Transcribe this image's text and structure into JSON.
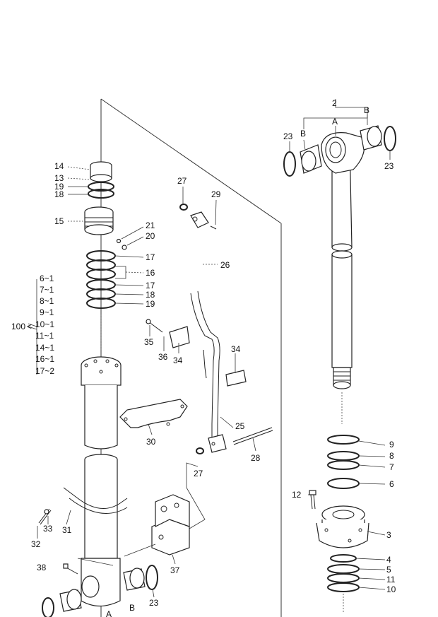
{
  "callouts": {
    "c2": "2",
    "cA_top": "A",
    "cB_left": "B",
    "cB_right": "B",
    "c23_top_left": "23",
    "c23_top_right": "23",
    "c14": "14",
    "c13": "13",
    "c19a": "19",
    "c18a": "18",
    "c15": "15",
    "c21": "21",
    "c20": "20",
    "c17a": "17",
    "c16": "16",
    "c17b": "17",
    "c18b": "18",
    "c19b": "19",
    "c27a": "27",
    "c29": "29",
    "c26": "26",
    "c35": "35",
    "c36": "36",
    "c34a": "34",
    "c34b": "34",
    "c25": "25",
    "c28": "28",
    "c27b": "27",
    "c30": "30",
    "c31": "31",
    "c32": "32",
    "c33": "33",
    "c37": "37",
    "c38": "38",
    "c23_bottom": "23",
    "cB_bottom": "B",
    "cA_bottom": "A",
    "c9": "9",
    "c8": "8",
    "c7": "7",
    "c6": "6",
    "c12": "12",
    "c3": "3",
    "c4": "4",
    "c5": "5",
    "c11": "11",
    "c10": "10"
  },
  "kit": {
    "label": "100",
    "items": [
      "6~1",
      "7~1",
      "8~1",
      "9~1",
      "10~1",
      "11~1",
      "14~1",
      "16~1",
      "17~2"
    ]
  }
}
